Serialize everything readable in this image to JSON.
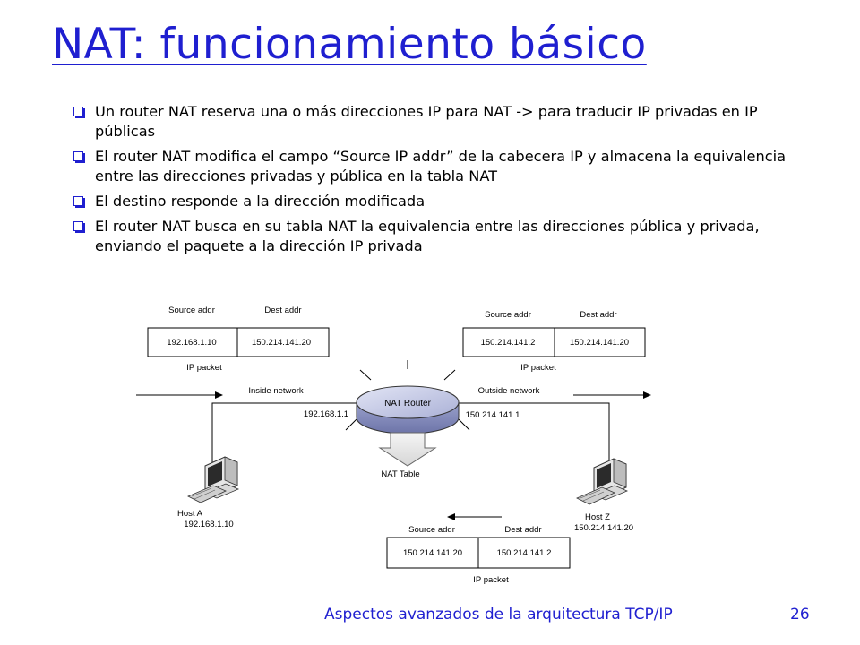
{
  "slide": {
    "title": "NAT: funcionamiento básico",
    "bullets": [
      "Un router NAT reserva una o más direcciones IP para NAT -> para traducir IP privadas en IP públicas",
      "El router NAT modifica el campo “Source IP addr” de la cabecera IP y almacena la equivalencia entre las direcciones privadas y pública en la tabla NAT",
      "El destino responde a la dirección modificada",
      "El router NAT busca en su tabla NAT la equivalencia entre las direcciones pública y privada, enviando el paquete a la dirección IP privada"
    ],
    "footer": "Aspectos avanzados de la arquitectura TCP/IP",
    "page_number": "26"
  },
  "diagram": {
    "packet_left": {
      "source_header": "Source addr",
      "dest_header": "Dest addr",
      "source": "192.168.1.10",
      "dest": "150.214.141.20",
      "caption": "IP packet"
    },
    "packet_right": {
      "source_header": "Source addr",
      "dest_header": "Dest addr",
      "source": "150.214.141.2",
      "dest": "150.214.141.20",
      "caption": "IP packet"
    },
    "packet_bottom": {
      "source_header": "Source addr",
      "dest_header": "Dest addr",
      "source": "150.214.141.20",
      "dest": "150.214.141.2",
      "caption": "IP packet"
    },
    "inside_network": "Inside network",
    "outside_network": "Outside network",
    "router_label": "NAT Router",
    "router_inside_ip": "192.168.1.1",
    "router_outside_ip": "150.214.141.1",
    "nat_table": "NAT Table",
    "host_a_name": "Host A",
    "host_a_ip": "192.168.1.10",
    "host_z_name": "Host Z",
    "host_z_ip": "150.214.141.20"
  },
  "colors": {
    "title": "#1f1fd0",
    "router_top": "#c9cde6",
    "router_side": "#8f96c4"
  }
}
